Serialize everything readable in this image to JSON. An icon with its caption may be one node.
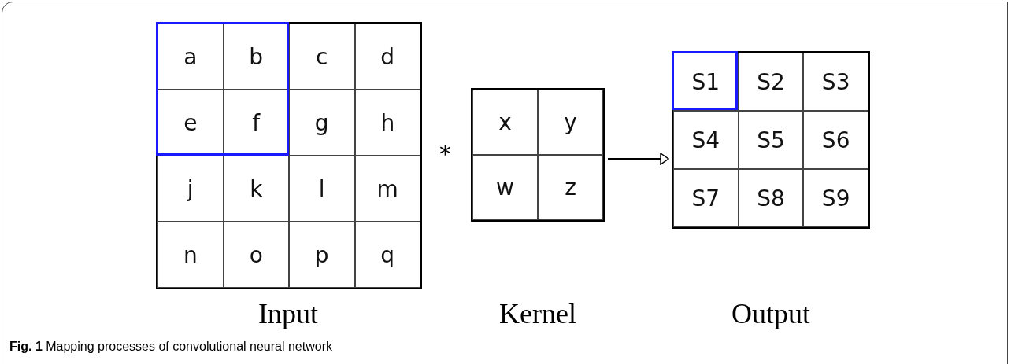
{
  "diagram": {
    "caption": "**Fig. 1** Mapping processes of convolutional neural network",
    "nodes": [
      {
        "text": [
          "a",
          "b",
          "c",
          "d",
          "e",
          "f",
          "g",
          "h",
          "j",
          "k",
          "l",
          "m",
          "n",
          "o",
          "p",
          "q",
          "Input"
        ]
      },
      {
        "text": [
          "x",
          "y",
          "w",
          "z",
          "Kernel"
        ]
      },
      {
        "text": [
          "S1",
          "S2",
          "S3",
          "S4",
          "S5",
          "S6",
          "S7",
          "S8",
          "S9",
          "Output"
        ]
      }
    ],
    "edges": [
      {
        "from": 1,
        "to": 2,
        "arrow": "to"
      }
    ],
    "labels": [
      "*"
    ]
  }
}
